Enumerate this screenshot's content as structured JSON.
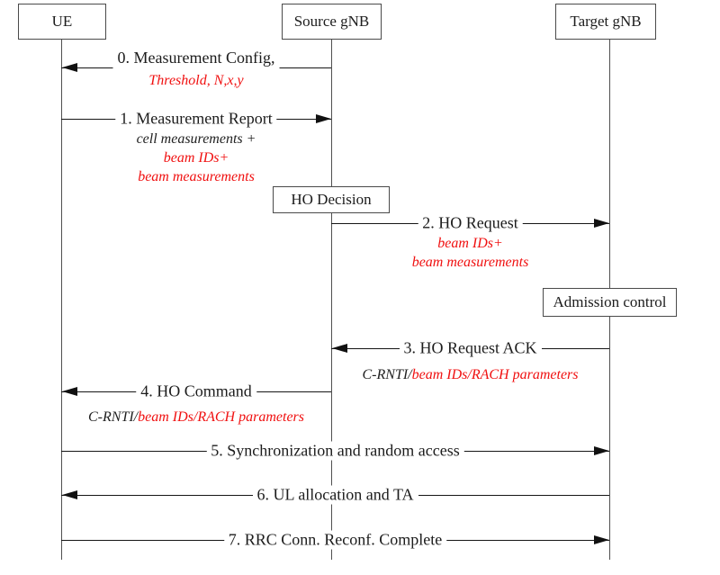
{
  "diagram": {
    "type": "sequence-diagram",
    "actors": [
      {
        "id": "ue",
        "label": "UE"
      },
      {
        "id": "source",
        "label": "Source gNB"
      },
      {
        "id": "target",
        "label": "Target gNB"
      }
    ],
    "process_boxes": [
      {
        "id": "ho-decision",
        "label": "HO Decision",
        "actor": "source"
      },
      {
        "id": "admission-control",
        "label": "Admission control",
        "actor": "target"
      }
    ],
    "messages": [
      {
        "id": "msg-0",
        "label": "0. Measurement Config,",
        "from": "source",
        "to": "ue",
        "label_position": "above",
        "notes": [
          [
            {
              "text": "Threshold, N,x,y",
              "color": "red"
            }
          ]
        ]
      },
      {
        "id": "msg-1",
        "label": "1. Measurement Report",
        "from": "ue",
        "to": "source",
        "notes": [
          [
            {
              "text": "cell measurements +",
              "color": "dark"
            }
          ],
          [
            {
              "text": "beam IDs+",
              "color": "red"
            }
          ],
          [
            {
              "text": "beam measurements",
              "color": "red"
            }
          ]
        ]
      },
      {
        "id": "msg-2",
        "label": "2. HO Request",
        "from": "source",
        "to": "target",
        "notes": [
          [
            {
              "text": "beam IDs+",
              "color": "red"
            }
          ],
          [
            {
              "text": "beam measurements",
              "color": "red"
            }
          ]
        ]
      },
      {
        "id": "msg-3",
        "label": "3. HO Request ACK",
        "from": "target",
        "to": "source",
        "notes": [
          [
            {
              "text": "C-RNTI/",
              "color": "dark"
            },
            {
              "text": "beam IDs/RACH parameters",
              "color": "red"
            }
          ]
        ]
      },
      {
        "id": "msg-4",
        "label": "4. HO Command",
        "from": "source",
        "to": "ue",
        "notes": [
          [
            {
              "text": "C-RNTI/",
              "color": "dark"
            },
            {
              "text": "beam IDs/RACH parameters",
              "color": "red"
            }
          ]
        ]
      },
      {
        "id": "msg-5",
        "label": "5. Synchronization and random access",
        "from": "ue",
        "to": "target",
        "notes": []
      },
      {
        "id": "msg-6",
        "label": "6. UL allocation and TA",
        "from": "target",
        "to": "ue",
        "notes": []
      },
      {
        "id": "msg-7",
        "label": "7. RRC Conn. Reconf. Complete",
        "from": "ue",
        "to": "target",
        "notes": []
      }
    ],
    "colors": {
      "red": "#f01010",
      "dark": "#1f1f1f",
      "line": "#161616",
      "border": "#4a4a4a"
    }
  }
}
